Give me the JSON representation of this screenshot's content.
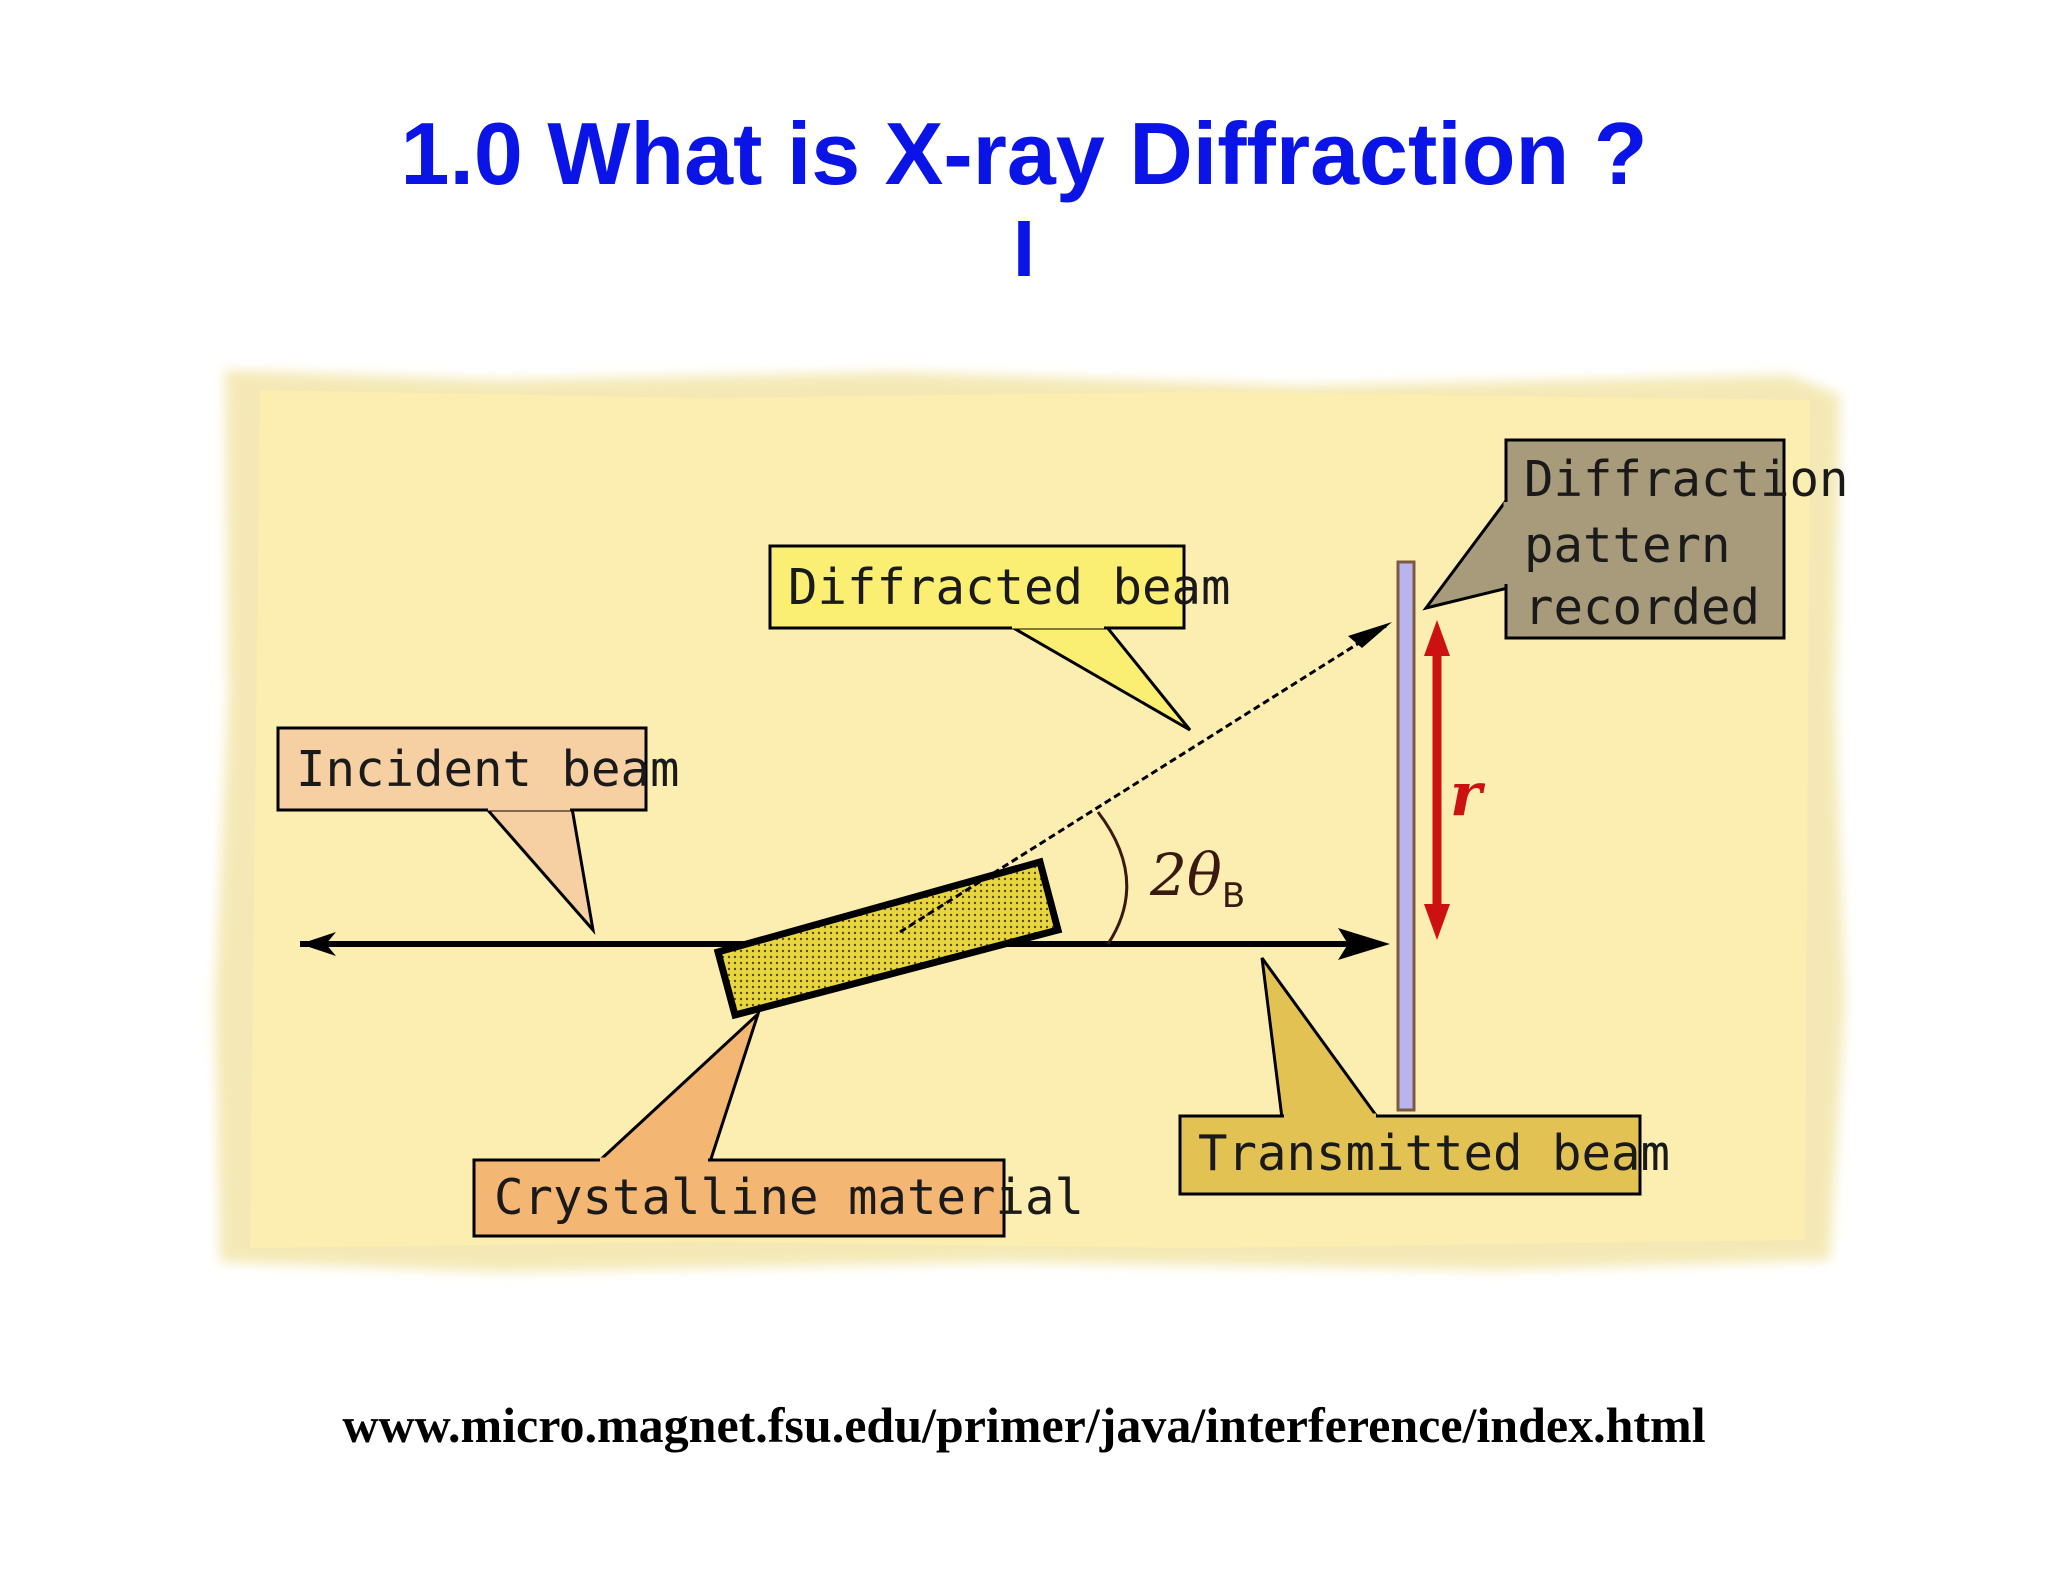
{
  "slide": {
    "title": "1.0 What is X-ray Diffraction ?",
    "title_cursor": "I",
    "source_url": "www.micro.magnet.fsu.edu/primer/java/interference/index.html"
  },
  "diagram": {
    "labels": {
      "incident_beam": "Incident beam",
      "diffracted_beam": "Diffracted beam",
      "diffraction_pattern_line1": "Diffraction",
      "diffraction_pattern_line2": "pattern",
      "diffraction_pattern_line3": "recorded",
      "transmitted_beam": "Transmitted beam",
      "crystalline_material": "Crystalline material",
      "angle_symbol": "2θ",
      "angle_subscript": "B",
      "radius_symbol": "r"
    },
    "colors": {
      "title": "#0a14e6",
      "background_panel": "#fbeeb0",
      "incident_box": "#f6cfa3",
      "diffracted_box": "#fbef73",
      "pattern_box": "#a89b7c",
      "transmitted_box": "#e3c254",
      "crystal_box": "#f4b673",
      "crystal_fill": "#e8d640",
      "detector": "#b9b4ee",
      "radius_arrow": "#cc1111"
    }
  }
}
